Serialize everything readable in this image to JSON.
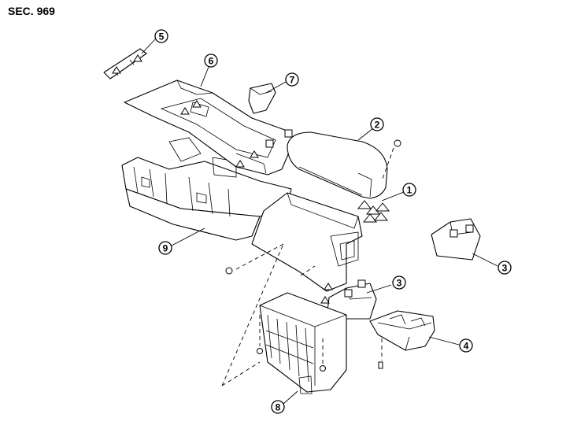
{
  "header": {
    "section": "SEC. 969"
  },
  "callouts": [
    {
      "id": "1",
      "label": "1"
    },
    {
      "id": "2",
      "label": "2"
    },
    {
      "id": "3a",
      "label": "3"
    },
    {
      "id": "3b",
      "label": "3"
    },
    {
      "id": "4",
      "label": "4"
    },
    {
      "id": "5",
      "label": "5"
    },
    {
      "id": "6",
      "label": "6"
    },
    {
      "id": "7",
      "label": "7"
    },
    {
      "id": "8",
      "label": "8"
    },
    {
      "id": "9",
      "label": "9"
    }
  ]
}
